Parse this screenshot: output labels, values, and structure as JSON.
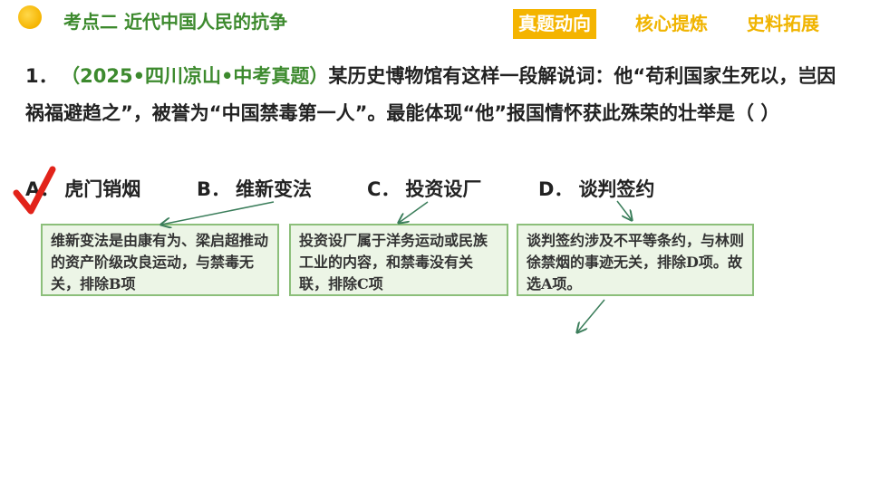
{
  "header": {
    "section_title": "考点二  近代中国人民的抗争",
    "tabs": [
      {
        "label": "真题动向",
        "active": true
      },
      {
        "label": "核心提炼",
        "active": false
      },
      {
        "label": "史料拓展",
        "active": false
      }
    ],
    "accent_color": "#3d8a2e",
    "tab_color": "#f4b400"
  },
  "question": {
    "number": "1．",
    "source": "（2025•四川凉山•中考真题）",
    "stem": "某历史博物馆有这样一段解说词：他“苟利国家生死以，岂因祸福避趋之”，被誉为“中国禁毒第一人”。最能体现“他”报国情怀获此殊荣的壮举是（    ）",
    "options": [
      {
        "letter": "A．",
        "text": "虎门销烟",
        "correct": true
      },
      {
        "letter": "B．",
        "text": "维新变法"
      },
      {
        "letter": "C．",
        "text": "投资设厂"
      },
      {
        "letter": "D．",
        "text": "谈判签约"
      }
    ],
    "check_mark": "√"
  },
  "explanations": [
    {
      "text": "维新变法是由康有为、梁启超推动的资产阶级改良运动，与禁毒无关，排除B项"
    },
    {
      "text": "投资设厂属于洋务运动或民族工业的内容，和禁毒没有关联，排除C项"
    },
    {
      "text": "谈判签约涉及不平等条约，与林则徐禁烟的事迹无关，排除D项。故选A项。"
    }
  ]
}
